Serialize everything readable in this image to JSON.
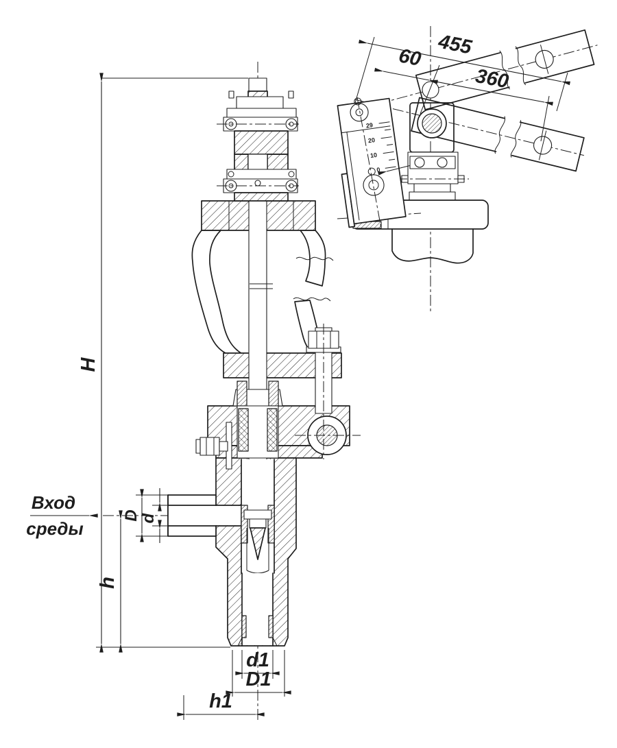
{
  "meta": {
    "description": "Sectional engineering drawing of a lever-type safety valve with overall dimensions and a top view of the lever arm"
  },
  "colors": {
    "line": "#1e1e1e",
    "background": "#ffffff"
  },
  "labels": {
    "inlet_line1": "Вход",
    "inlet_line2": "среды",
    "H": "H",
    "h": "h",
    "h1": "h1",
    "D": "D",
    "d": "d",
    "d1": "d1",
    "D1": "D1",
    "lever_455": "455",
    "lever_360": "360",
    "lever_60": "60"
  },
  "scale_plate": {
    "ticks": [
      "29",
      "20",
      "10",
      "0"
    ]
  }
}
